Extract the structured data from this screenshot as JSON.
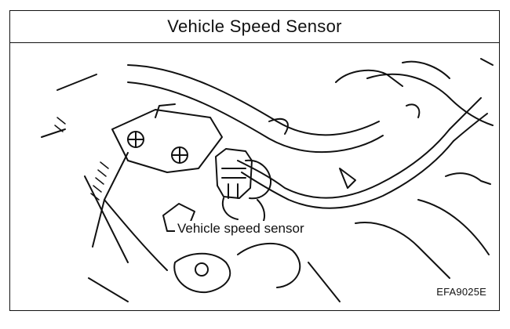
{
  "figure": {
    "title": "Vehicle Speed Sensor",
    "callout_label": "Vehicle speed sensor",
    "figure_code": "EFA9025E"
  }
}
